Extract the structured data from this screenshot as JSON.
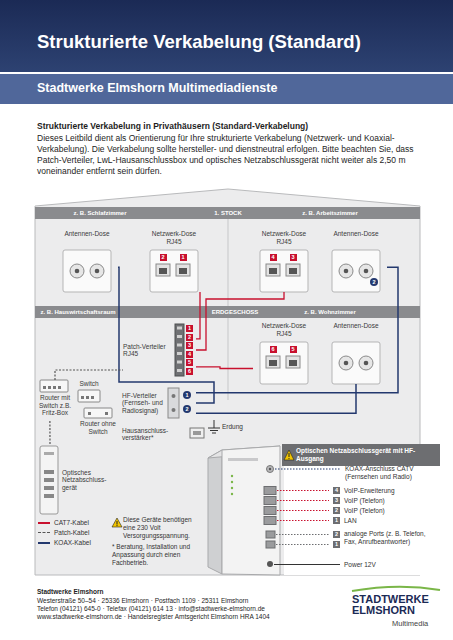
{
  "diagram": {
    "title": "Strukturierte Verkabelung (Standard)",
    "nodes": [
      {
        "text": [
          "Antennen-Dose"
        ]
      },
      {
        "text": [
          "Netzwerk-Dose RJ45"
        ]
      },
      {
        "text": [
          "Netzwerk-Dose RJ45"
        ]
      },
      {
        "text": [
          "Antennen-Dose"
        ]
      },
      {
        "text": [
          "Patch-Verteiler RJ45"
        ]
      },
      {
        "text": [
          "Netzwerk-Dose RJ45"
        ]
      },
      {
        "text": [
          "Antennen-Dose"
        ]
      },
      {
        "text": [
          "Router mit Switch z.B. Fritz-Box"
        ]
      },
      {
        "text": [
          "Switch"
        ]
      },
      {
        "text": [
          "Router ohne Switch"
        ]
      },
      {
        "text": [
          "HF-Verteiler (Fernseh- und Radiosignal)"
        ]
      },
      {
        "text": [
          "Hausanschluss- verstärker*"
        ]
      },
      {
        "text": [
          "Optisches Netzabschluss- gerät"
        ]
      },
      {
        "text": [
          "Optischen Netzabschlussgerät mit HF-Ausgang"
        ]
      }
    ],
    "edges": [
      {
        "from": 1,
        "to": 4,
        "arrow": "none"
      },
      {
        "from": 2,
        "to": 4,
        "arrow": "none"
      },
      {
        "from": 5,
        "to": 4,
        "arrow": "none"
      },
      {
        "from": 0,
        "to": 10,
        "arrow": "none"
      },
      {
        "from": 3,
        "to": 10,
        "arrow": "none"
      },
      {
        "from": 6,
        "to": 10,
        "arrow": "none"
      },
      {
        "from": 7,
        "to": 4,
        "arrow": "none"
      },
      {
        "from": 12,
        "to": 7,
        "arrow": "none"
      }
    ],
    "labels": [
      "Stadtwerke Elmshorn Multimediadienste",
      "Strukturierte Verkabelung in Privathäusern (Standard-Verkabelung)",
      "Dieses Leitbild dient als Orientierung für Ihre strukturierte Verkabelung (Netzwerk- und Koaxial-Verkabelung). Die Verkabelung sollte hersteller- und dienstneutral erfolgen. Bitte beachten Sie, dass Patch-Verteiler, LwL-Hausanschlussbox und optisches Netzabschlussgerät nicht weiter als 2,50 m voneinander entfernt sein dürfen.",
      "z. B. Schlafzimmer",
      "1. STOCK",
      "z. B. Arbeitszimmer",
      "z. B. Hauswirtschaftsraum",
      "ERDGESCHOSS",
      "z. B. Wohnzimmer",
      "2",
      "1",
      "4",
      "3",
      "2",
      "1",
      "2",
      "3",
      "4",
      "5",
      "6",
      "6",
      "5",
      "1",
      "2",
      "Erdung",
      "KOAX-Anschluss CATV (Fernsehen und Radio)",
      "4",
      "VoIP-Erweiterung",
      "3",
      "VoIP (Telefon)",
      "2",
      "VoIP (Telefon)",
      "1",
      "LAN",
      "2",
      "1",
      "analoge Ports (z. B. Telefon, Fax, Anrufbeantworter)",
      "Power 12V",
      "Diese Geräte benötigen eine 230 Volt Versorgungsspannung.",
      "* Beratung, Installation und Anpassung durch einen Fachbetrieb.",
      "Stadtwerke Elmshorn",
      "Westerstraße 50–54 · 25336 Elmshorn · Postfach 1109 · 25311 Elmshorn",
      "Telefon (04121) 645-0 · Telefax (04121) 614 13 · info@stadtwerke-elmshorn.de",
      "www.stadtwerke-elmshorn.de · Handelsregister Amtsgericht Elmshorn HRA 1404",
      "STADTWERKE ELMSHORN",
      "Multimedia"
    ],
    "legend": [
      {
        "text": "CAT7-Kabel",
        "color": "#c8102e"
      },
      {
        "text": "Patch-Kabel"
      },
      {
        "text": "KOAX-Kabel",
        "color": "#23386e"
      }
    ]
  }
}
